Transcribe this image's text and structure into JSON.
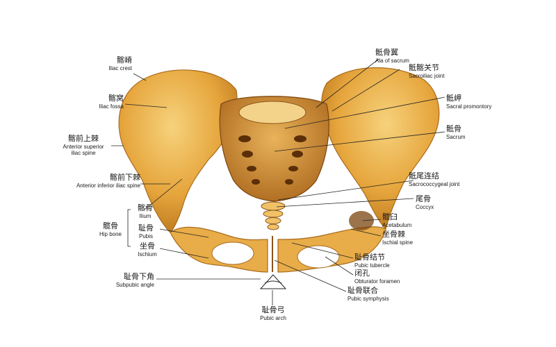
{
  "colors": {
    "bone_light": "#f2c56a",
    "bone_mid": "#e6a53c",
    "bone_dark": "#b8741c",
    "shadow": "#6e3d0e",
    "leader": "#222222"
  },
  "labels": {
    "iliac_crest": {
      "zh": "髂嵴",
      "en": "Iliac crest"
    },
    "iliac_fossa": {
      "zh": "髂窝",
      "en": "Iliac fossa"
    },
    "asis": {
      "zh": "髂前上棘",
      "en1": "Anterior superior",
      "en2": "iliac spine"
    },
    "aiis": {
      "zh": "髂前下棘",
      "en": "Anterior inferior iliac spine"
    },
    "ilium": {
      "zh": "髂骨",
      "en": "Ilium"
    },
    "hip_bone": {
      "zh": "髋骨",
      "en": "Hip bone"
    },
    "pubis": {
      "zh": "耻骨",
      "en": "Pubis"
    },
    "ischium": {
      "zh": "坐骨",
      "en": "Ischium"
    },
    "subpubic_angle": {
      "zh": "耻骨下角",
      "en": "Subpubic angle"
    },
    "pubic_arch": {
      "zh": "耻骨弓",
      "en": "Pubic arch"
    },
    "ala_of_sacrum": {
      "zh": "骶骨翼",
      "en": "Ala of sacrum"
    },
    "sacroiliac_joint": {
      "zh": "骶髂关节",
      "en": "Sacroiliac joint"
    },
    "sacral_promontory": {
      "zh": "骶岬",
      "en": "Sacral promontory"
    },
    "sacrum": {
      "zh": "骶骨",
      "en": "Sacrum"
    },
    "sacrococcygeal_joint": {
      "zh": "骶尾连结",
      "en": "Sacrococcygeal joint"
    },
    "coccyx": {
      "zh": "尾骨",
      "en": "Coccyx"
    },
    "acetabulum": {
      "zh": "髋臼",
      "en": "Acetabulum"
    },
    "ischial_spine": {
      "zh": "坐骨棘",
      "en": "Ischial spine"
    },
    "pubic_tubercle": {
      "zh": "耻骨结节",
      "en": "Pubic tubercle"
    },
    "obturator_foramen": {
      "zh": "闭孔",
      "en": "Obturator foramen"
    },
    "pubic_symphysis": {
      "zh": "耻骨联合",
      "en": "Pubic symphysis"
    }
  }
}
